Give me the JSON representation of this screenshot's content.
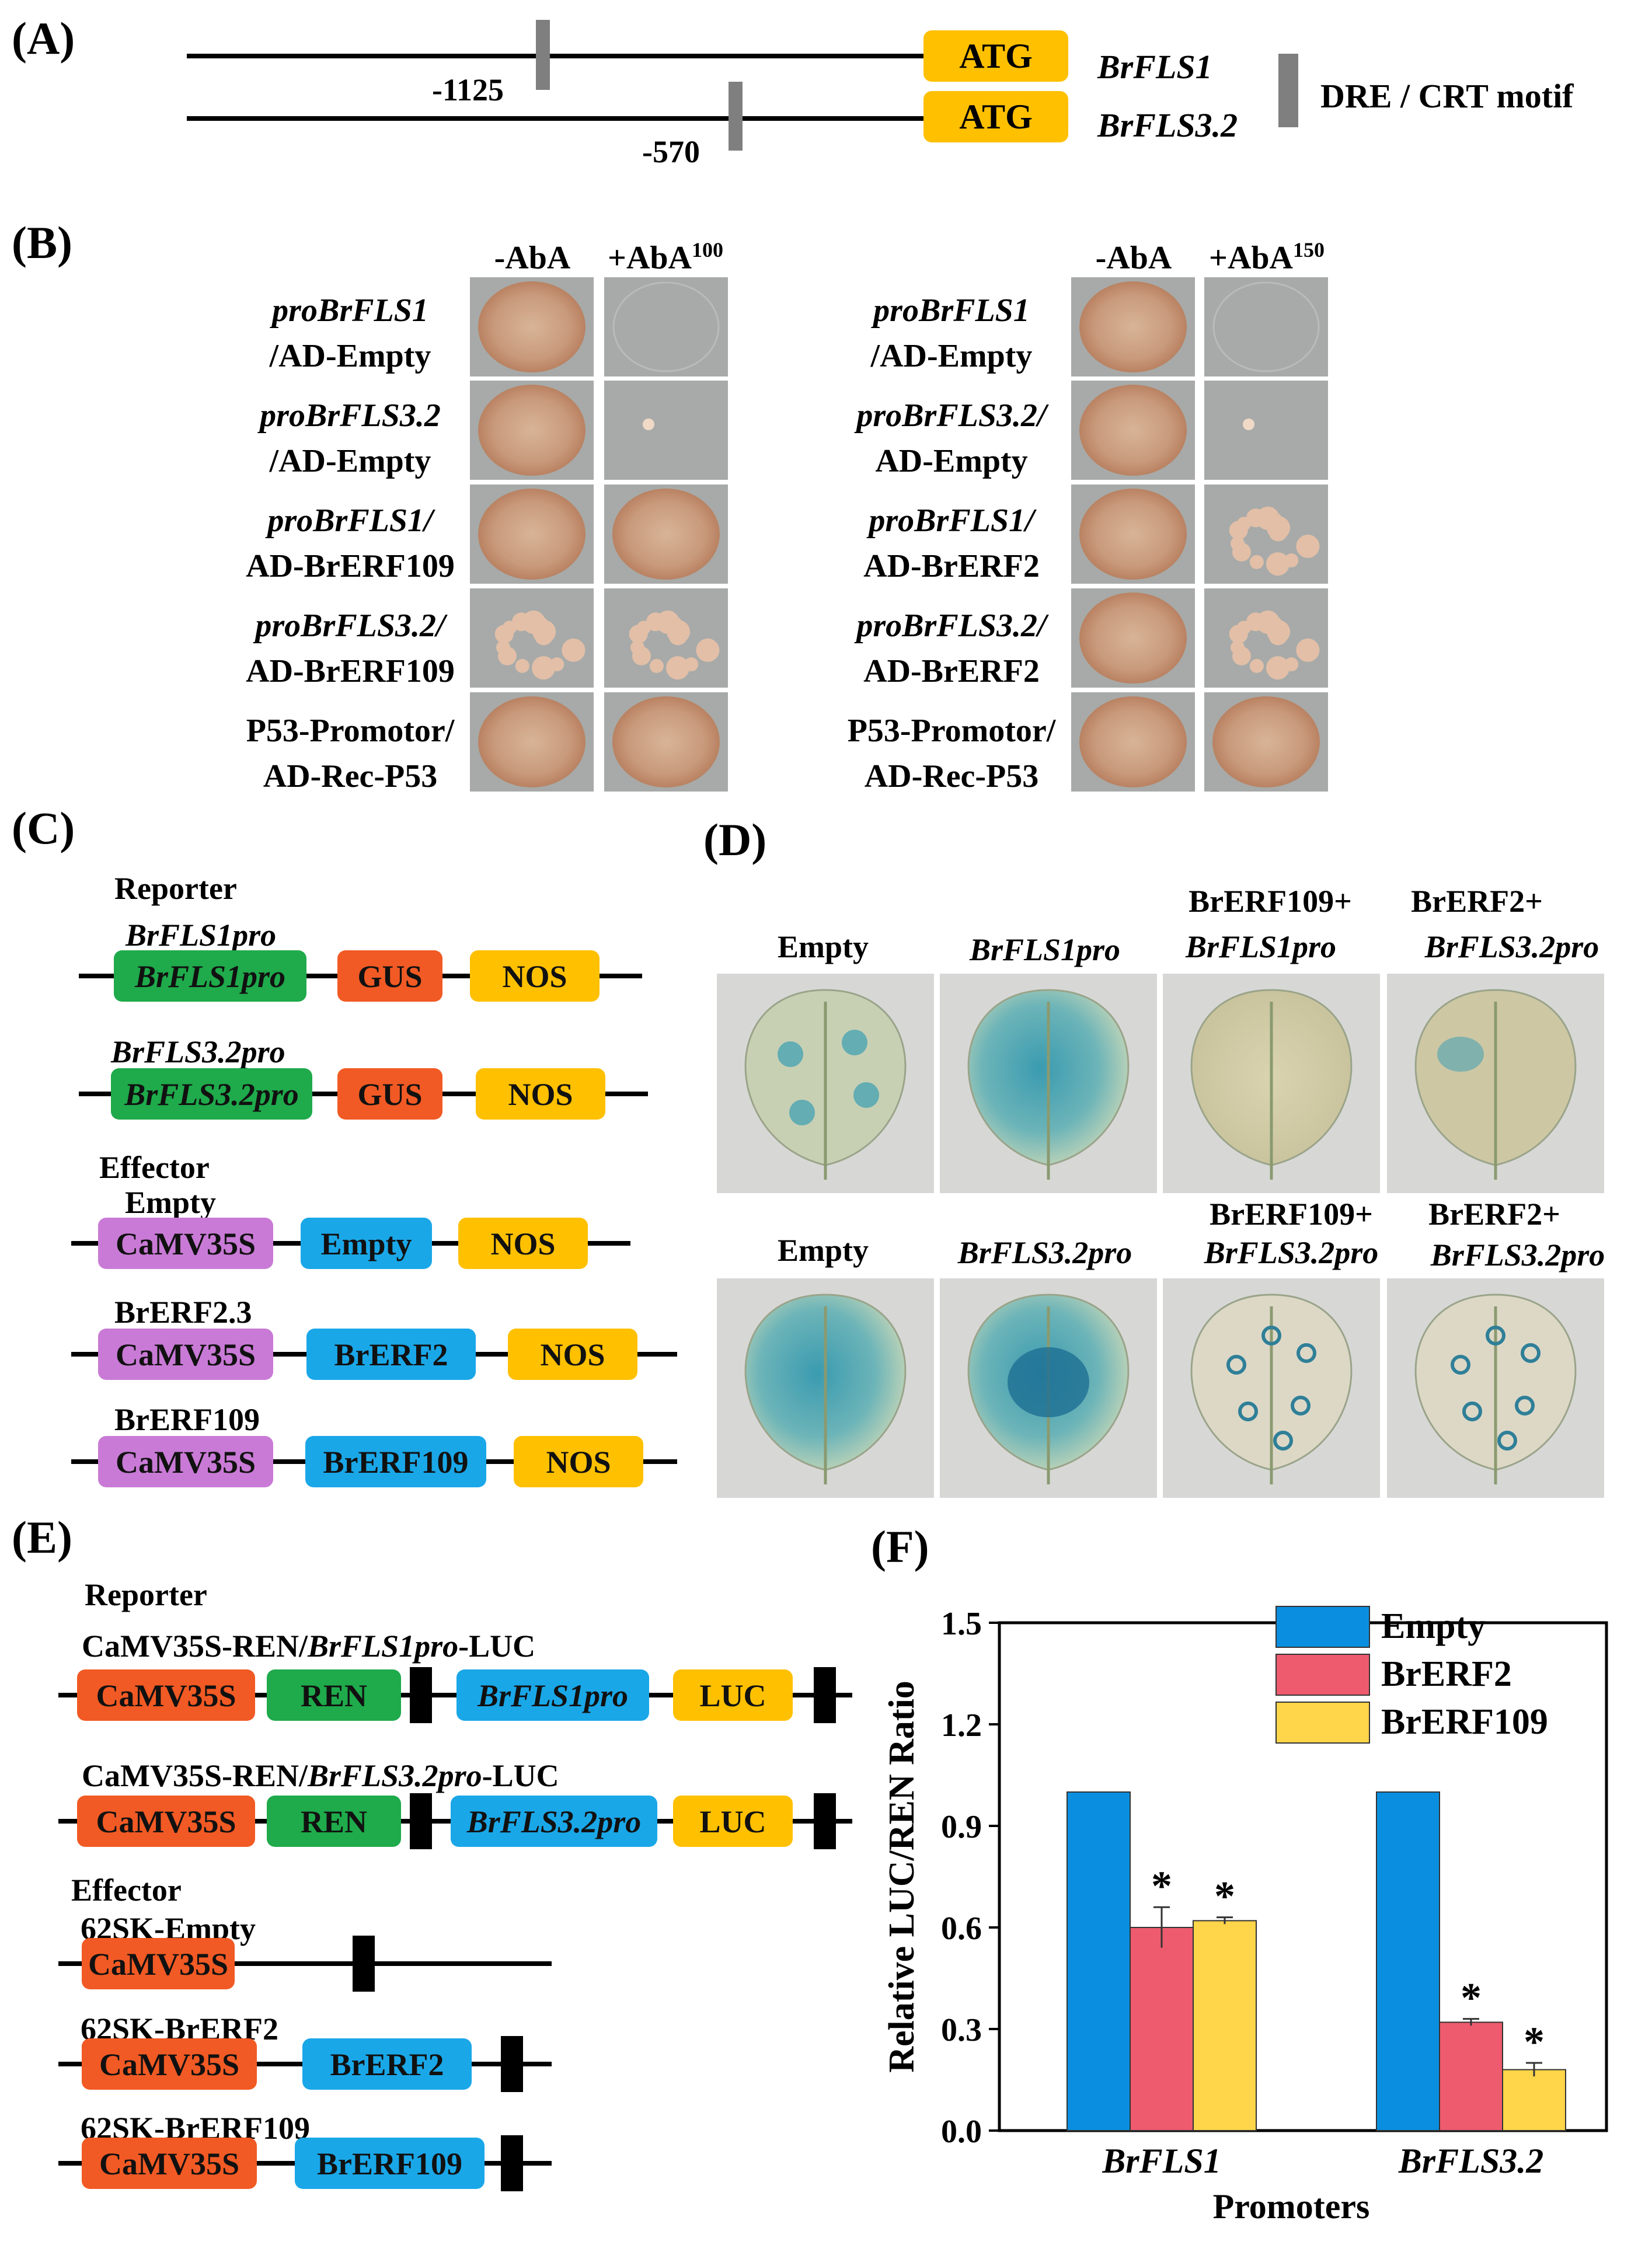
{
  "panels": {
    "a": {
      "label": "(A)",
      "pos1": "-1125",
      "pos2": "-570",
      "atg": "ATG",
      "gene1": "BrFLS1",
      "gene2": "BrFLS3.2",
      "legend": "DRE / CRT motif"
    },
    "b": {
      "label": "(B)",
      "left": {
        "minus": "-AbA",
        "plus": "+AbA",
        "plus_sup": "100",
        "rows": [
          {
            "l1": "proBrFLS1",
            "l1_italic": true,
            "l2": "/AD-Empty"
          },
          {
            "l1": "proBrFLS3.2",
            "l1_italic": true,
            "l2": "/AD-Empty"
          },
          {
            "l1": "proBrFLS1/",
            "l1_italic": true,
            "l2": "AD-BrERF109"
          },
          {
            "l1": "proBrFLS3.2/",
            "l1_italic": true,
            "l2": "AD-BrERF109"
          },
          {
            "l1": "P53-Promotor/",
            "l1_italic": false,
            "l2": "AD-Rec-P53"
          }
        ]
      },
      "right": {
        "minus": "-AbA",
        "plus": "+AbA",
        "plus_sup": "150",
        "rows": [
          {
            "l1": "proBrFLS1",
            "l1_italic": true,
            "l2": "/AD-Empty"
          },
          {
            "l1": "proBrFLS3.2/",
            "l1_italic": true,
            "l2": "AD-Empty"
          },
          {
            "l1": "proBrFLS1/",
            "l1_italic": true,
            "l2": "AD-BrERF2"
          },
          {
            "l1": "proBrFLS3.2/",
            "l1_italic": true,
            "l2": "AD-BrERF2"
          },
          {
            "l1": "P53-Promotor/",
            "l1_italic": false,
            "l2": "AD-Rec-P53"
          }
        ]
      }
    },
    "c": {
      "label": "(C)",
      "reporter_title": "Reporter",
      "c1_title": "BrFLS1pro",
      "c2_title": "BrFLS3.2pro",
      "effector_title": "Effector",
      "c3_title": "Empty",
      "c4_title": "BrERF2.3",
      "c5_title": "BrERF109",
      "boxes": {
        "brfls1pro": "BrFLS1pro",
        "brfls32pro": "BrFLS3.2pro",
        "gus": "GUS",
        "nos": "NOS",
        "camv": "CaMV35S",
        "empty": "Empty",
        "brerf2": "BrERF2",
        "brerf109": "BrERF109"
      }
    },
    "d": {
      "label": "(D)",
      "row1": {
        "0": "Empty",
        "1": "BrFLS1pro",
        "2a": "BrERF109+",
        "2b": "BrFLS1pro",
        "3a": "BrERF2+",
        "3b": "BrFLS3.2pro"
      },
      "row2": {
        "0": "Empty",
        "1": "BrFLS3.2pro",
        "2a": "BrERF109+",
        "2b": "BrFLS3.2pro",
        "3a": "BrERF2+",
        "3b": "BrFLS3.2pro"
      }
    },
    "e": {
      "label": "(E)",
      "reporter_title": "Reporter",
      "e1_a": "CaMV35S-REN/",
      "e1_b": "BrFLS1pro",
      "e1_c": "-LUC",
      "e2_a": "CaMV35S-REN/",
      "e2_b": "BrFLS3.2pro",
      "e2_c": "-LUC",
      "effector_title": "Effector",
      "e3_title": "62SK-Empty",
      "e4_title": "62SK-BrERF2",
      "e5_title": "62SK-BrERF109",
      "boxes": {
        "camv": "CaMV35S",
        "ren": "REN",
        "brfls1pro": "BrFLS1pro",
        "brfls32pro": "BrFLS3.2pro",
        "luc": "LUC",
        "brerf2": "BrERF2",
        "brerf109": "BrERF109"
      }
    },
    "f": {
      "label": "(F)"
    }
  },
  "colors": {
    "yellow": "#ffc000",
    "green": "#1faa4b",
    "red_orange": "#f15a24",
    "purple": "#c97ad6",
    "cyan": "#1aa7e8",
    "grey_motif": "#7f7f7f",
    "bar_empty": "#0a8fe0",
    "bar_brerf2": "#ef5b6e",
    "bar_brerf109": "#ffd54a"
  },
  "chart_data": {
    "type": "bar",
    "categories": [
      "BrFLS1",
      "BrFLS3.2"
    ],
    "series": [
      {
        "name": "Empty",
        "values": [
          1.0,
          1.0
        ],
        "errors": [
          0,
          0
        ],
        "significant": [
          false,
          false
        ]
      },
      {
        "name": "BrERF2",
        "values": [
          0.6,
          0.32
        ],
        "errors": [
          0.06,
          0.01
        ],
        "significant": [
          true,
          true
        ]
      },
      {
        "name": "BrERF109",
        "values": [
          0.62,
          0.18
        ],
        "errors": [
          0.01,
          0.02
        ],
        "significant": [
          true,
          true
        ]
      }
    ],
    "significance_marker": "*",
    "xlabel": "Promoters",
    "ylabel": "Relative LUC/REN Ratio",
    "ylim": [
      0.0,
      1.5
    ],
    "yticks": [
      "0.0",
      "0.3",
      "0.6",
      "0.9",
      "1.2",
      "1.5"
    ],
    "legend_position": "top-right",
    "grid": false
  }
}
